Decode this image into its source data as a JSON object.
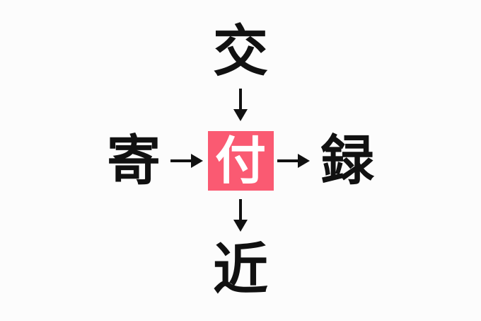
{
  "diagram": {
    "type": "kanji-compound-cross",
    "background_color": "#fcfcfc",
    "highlight_color": "#fa5a72",
    "text_color": "#111111",
    "highlight_text_color": "#ffffff",
    "center": {
      "character": "付",
      "highlighted": true
    },
    "top": {
      "character": "交",
      "arrow": "↓",
      "arrow_name": "arrow-down"
    },
    "bottom": {
      "character": "近",
      "arrow": "↓",
      "arrow_name": "arrow-down"
    },
    "left": {
      "character": "寄",
      "arrow": "→",
      "arrow_name": "arrow-right"
    },
    "right": {
      "character": "録",
      "arrow": "→",
      "arrow_name": "arrow-right"
    },
    "compounds": [
      "交付",
      "寄付",
      "付録",
      "付近"
    ]
  }
}
